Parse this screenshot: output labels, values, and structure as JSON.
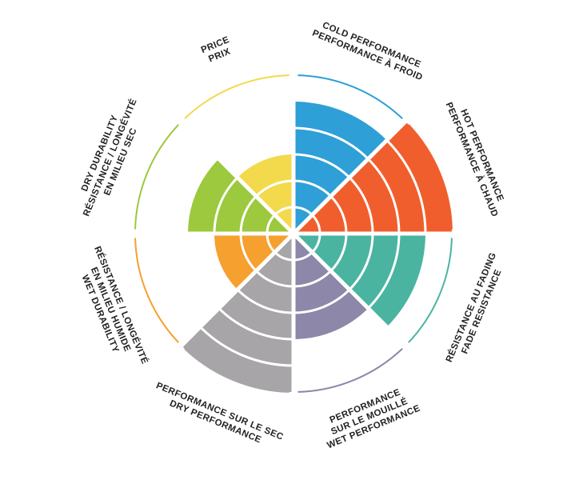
{
  "page": {
    "background_color": "#ffffff",
    "text_color": "#231f20"
  },
  "chart_data": {
    "type": "radial-sector-rating-wheel",
    "title": "",
    "scale": {
      "min": 0,
      "max": 6,
      "rings": 6
    },
    "grid": "white concentric ring dividers inside each filled sector, thin colored arc marks scale maximum",
    "sectors": [
      {
        "id": "cold-performance",
        "label_lines": [
          "COLD PERFORMANCE",
          "PERFORMANCE À FROID"
        ],
        "value": 5,
        "max": 6,
        "color": "#2f9fd7"
      },
      {
        "id": "hot-performance",
        "label_lines": [
          "HOT PERFORMANCE",
          "PERFORMANCE À CHAUD"
        ],
        "value": 6,
        "max": 6,
        "color": "#f15e2d"
      },
      {
        "id": "fade-resistance",
        "label_lines": [
          "RÉSISTANCE AU FADING",
          "FADE RESISTANCE"
        ],
        "value": 5,
        "max": 6,
        "color": "#4ab4a1"
      },
      {
        "id": "wet-performance",
        "label_lines": [
          "PERFORMANCE",
          "SUR LE MOUILLÉ",
          "WET PERFORMANCE"
        ],
        "value": 4,
        "max": 6,
        "color": "#8d87a9"
      },
      {
        "id": "dry-performance",
        "label_lines": [
          "PERFORMANCE SUR LE SEC",
          "DRY PERFORMANCE"
        ],
        "value": 6,
        "max": 6,
        "color": "#a7a5a7"
      },
      {
        "id": "wet-durability",
        "label_lines": [
          "RÉSISTANCE / LONGÉVITÉ",
          "EN MILIEU HUMIDE",
          "WET DURABILITY"
        ],
        "value": 3,
        "max": 6,
        "color": "#f5a02f"
      },
      {
        "id": "dry-durability",
        "label_lines": [
          "DRY DURABILITY",
          "RÉSISTANCE / LONGÉVITÉ",
          "EN MILIEU SEC"
        ],
        "value": 4,
        "max": 6,
        "color": "#9cc93d"
      },
      {
        "id": "price",
        "label_lines": [
          "PRICE",
          "PRIX"
        ],
        "value": 3,
        "max": 6,
        "color": "#f3da4c"
      }
    ]
  }
}
